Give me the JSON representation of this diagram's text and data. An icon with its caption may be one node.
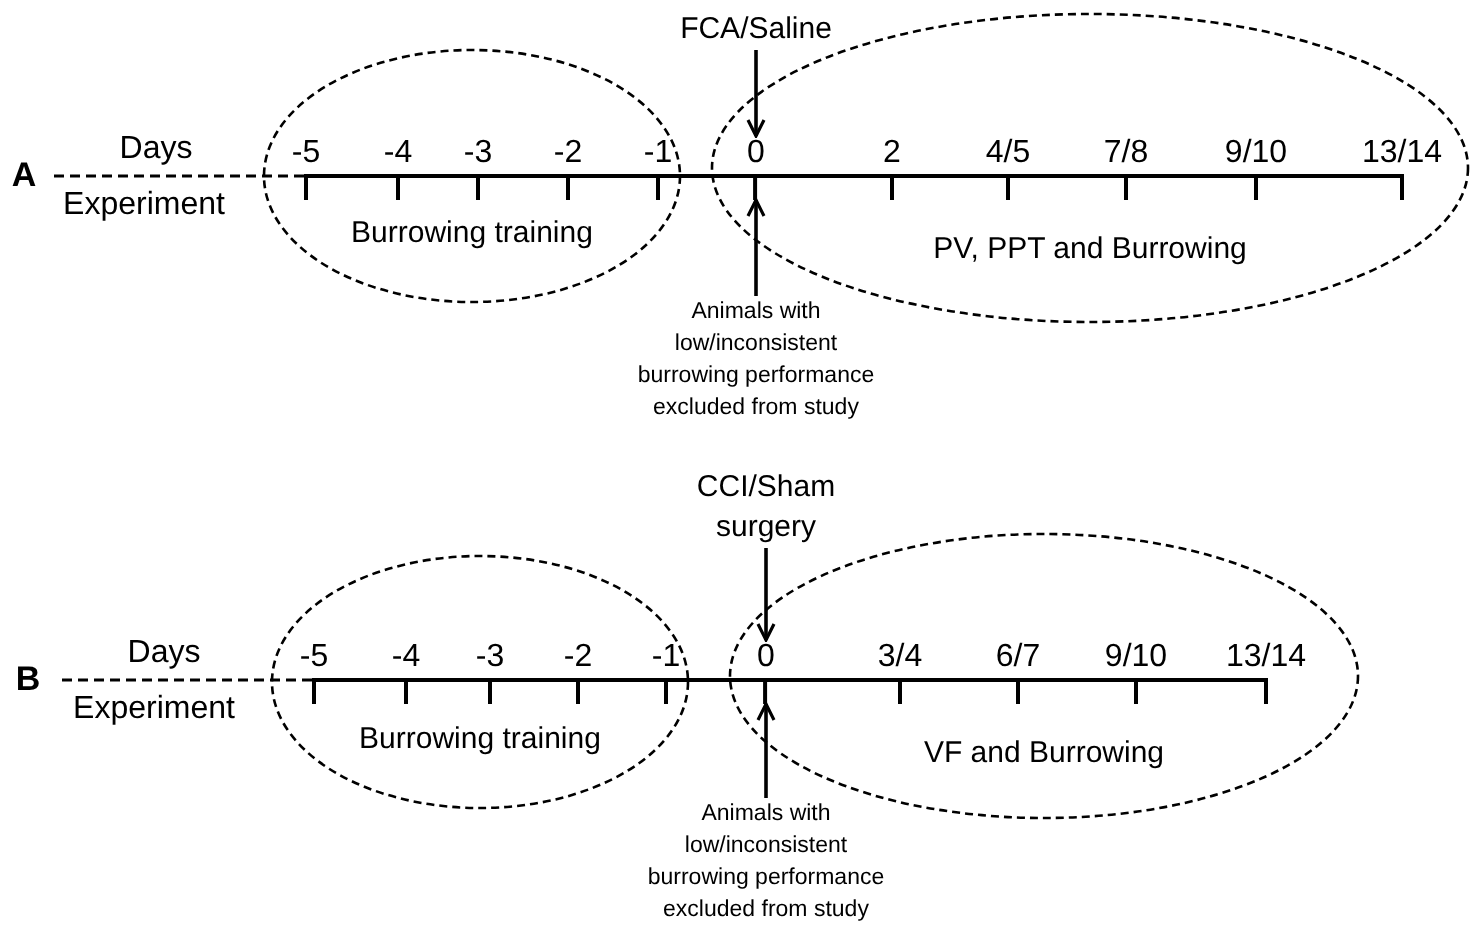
{
  "diagram": {
    "nodes": [
      {
        "text": [
          "FCA/Saline"
        ]
      },
      {
        "text": [
          "Burrowing training"
        ]
      },
      {
        "text": [
          "PV, PPT and Burrowing"
        ]
      },
      {
        "text": [
          "0"
        ],
        "in": 2
      },
      {
        "text": [
          "Animals with low/inconsistent burrowing performance excluded from study"
        ]
      },
      {
        "text": [
          "CCI/Sham surgery"
        ]
      },
      {
        "text": [
          "Burrowing training"
        ]
      },
      {
        "text": [
          "VF and Burrowing"
        ]
      },
      {
        "text": [
          "0"
        ],
        "in": 7
      },
      {
        "text": [
          "Animals with low/inconsistent burrowing performance excluded from study"
        ]
      }
    ],
    "edges": [
      {
        "from": 0,
        "to": 3,
        "arrow": "to"
      },
      {
        "from": 4,
        "to": 3,
        "arrow": "to"
      },
      {
        "from": 5,
        "to": 8,
        "arrow": "to"
      },
      {
        "from": 9,
        "to": 8,
        "arrow": "to"
      }
    ],
    "labels": [
      "A",
      "Days",
      "-5",
      "-4",
      "-3",
      "-2",
      "-1",
      "2",
      "4/5",
      "7/8",
      "9/10",
      "13/14",
      "Experiment",
      "B",
      "Days",
      "-5",
      "-4",
      "-3",
      "-2",
      "-1",
      "3/4",
      "6/7",
      "9/10",
      "13/14",
      "Experiment"
    ]
  }
}
